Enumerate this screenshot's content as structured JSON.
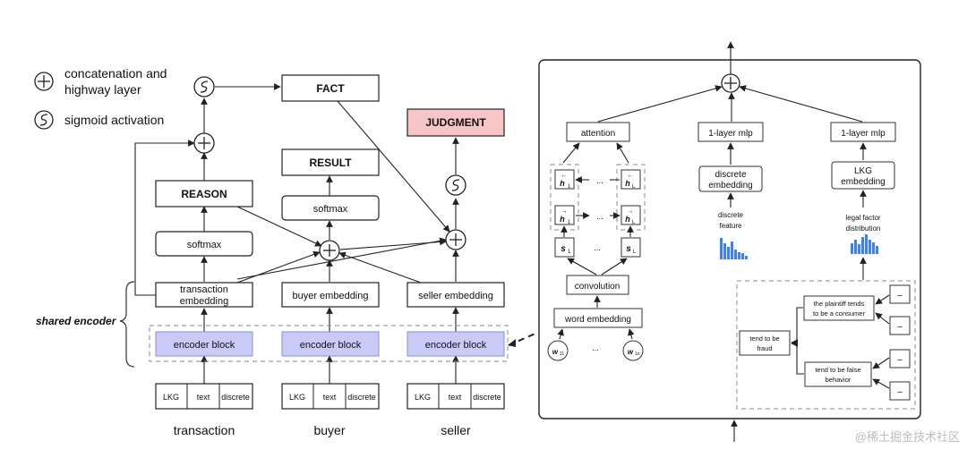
{
  "legend": {
    "concat_label_line1": "concatenation and",
    "concat_label_line2": "highway layer",
    "sigmoid_label": "sigmoid activation"
  },
  "left": {
    "fact": "FACT",
    "result": "RESULT",
    "judgment": "JUDGMENT",
    "reason": "REASON",
    "softmax_left": "softmax",
    "softmax_mid": "softmax",
    "transaction_embedding_line1": "transaction",
    "transaction_embedding_line2": "embedding",
    "buyer_embedding": "buyer embedding",
    "seller_embedding": "seller embedding",
    "encoder_block": "encoder block",
    "shared_encoder": "shared encoder",
    "input_lkg": "LKG",
    "input_text": "text",
    "input_discrete": "discrete",
    "col_transaction": "transaction",
    "col_buyer": "buyer",
    "col_seller": "seller"
  },
  "right": {
    "attention": "attention",
    "mlp1": "1-layer mlp",
    "mlp2": "1-layer mlp",
    "discrete_embedding_line1": "discrete",
    "discrete_embedding_line2": "embedding",
    "lkg_embedding_line1": "LKG",
    "lkg_embedding_line2": "embedding",
    "discrete_feature_line1": "discrete",
    "discrete_feature_line2": "feature",
    "legal_factor_line1": "legal factor",
    "legal_factor_line2": "distribution",
    "convolution": "convolution",
    "word_embedding": "word embedding",
    "h1": "h",
    "h1_sub": "1",
    "hL": "h",
    "hL_sub": "L",
    "s1": "s",
    "s1_sub": "1",
    "sL": "s",
    "sL_sub": "L",
    "w11": "w",
    "w11_sub": "11",
    "w1n": "w",
    "w1n_sub": "1n",
    "ellipsis": "...",
    "minus": "–",
    "plaintiff_line1": "the plaintiff  tends",
    "plaintiff_line2": "to be a consumer",
    "fraud_line1": "tend to be",
    "fraud_line2": "fraud",
    "false_line1": "tend to be false",
    "false_line2": "behavior"
  },
  "watermark": "@稀土掘金技术社区"
}
